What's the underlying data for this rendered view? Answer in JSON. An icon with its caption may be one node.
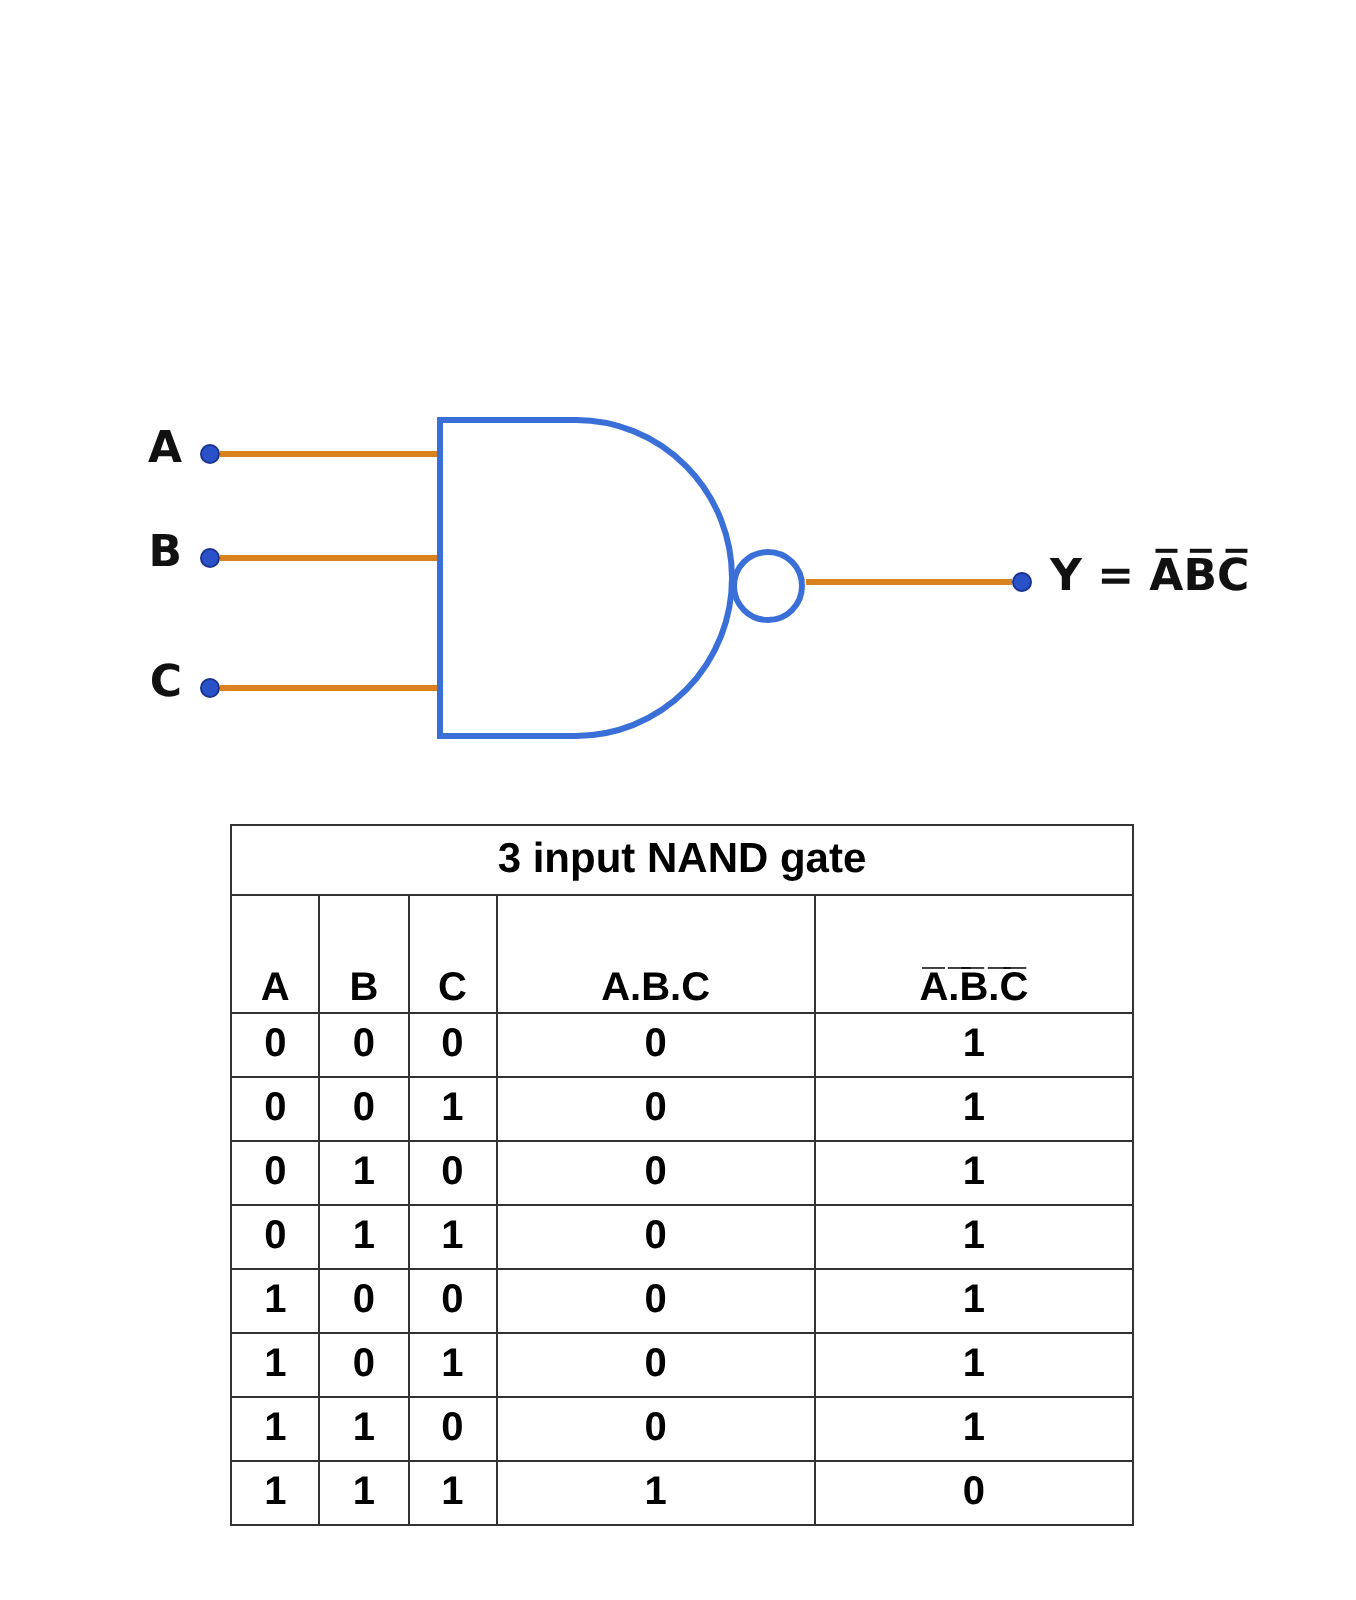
{
  "diagram": {
    "nodes": [
      {
        "text": [],
        "shape": "circle",
        "beside": [
          "A"
        ]
      },
      {
        "text": [],
        "shape": "circle",
        "beside": [
          "B"
        ]
      },
      {
        "text": [],
        "shape": "circle",
        "beside": [
          "C"
        ]
      },
      {
        "text": [],
        "shape": "gate"
      },
      {
        "text": [],
        "shape": "circle",
        "beside": [
          "Y = A̅B̅C̅"
        ]
      }
    ],
    "edges": [
      {
        "from": 0,
        "to": 3,
        "arrow": "none"
      },
      {
        "from": 1,
        "to": 3,
        "arrow": "none"
      },
      {
        "from": 2,
        "to": 3,
        "arrow": "none"
      },
      {
        "from": 3,
        "to": 4,
        "arrow": "none"
      }
    ],
    "labels": [
      "3 input NAND gate",
      "A",
      "B",
      "C",
      "A.B.C",
      "A̅.̅B̅.̅C̅",
      "0",
      "0",
      "0",
      "0",
      "1",
      "0",
      "0",
      "1",
      "0",
      "1",
      "0",
      "1",
      "0",
      "0",
      "1",
      "0",
      "1",
      "1",
      "0",
      "1",
      "1",
      "0",
      "0",
      "0",
      "1",
      "1",
      "0",
      "1",
      "0",
      "1",
      "1",
      "1",
      "0",
      "0",
      "1",
      "1",
      "1",
      "1",
      "1",
      "0"
    ]
  }
}
